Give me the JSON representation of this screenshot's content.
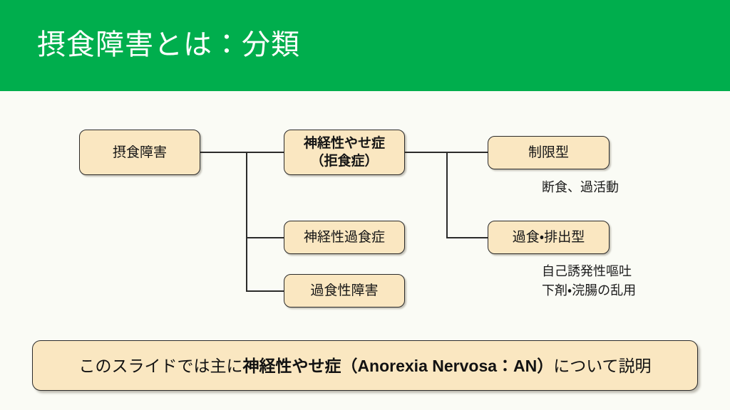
{
  "slide": {
    "title": "摂食障害とは：分類",
    "header_color": "#00ae4d",
    "background_color": "#fafbf5",
    "node_fill_color": "#fae7c1",
    "node_border_color": "#2b2b2b"
  },
  "diagram": {
    "type": "tree",
    "nodes": {
      "root": {
        "label": "摂食障害",
        "bold": false
      },
      "anorexia": {
        "line1": "神経性やせ症",
        "line2": "（拒食症）",
        "bold": true
      },
      "bulimia": {
        "label": "神経性過食症",
        "bold": false
      },
      "binge": {
        "label": "過食性障害",
        "bold": false
      },
      "restricting": {
        "label": "制限型",
        "bold": false
      },
      "purging": {
        "label": "過食・排出型",
        "bold": false
      }
    },
    "captions": {
      "restricting": "断食、過活動",
      "purging_line1": "自己誘発性嘔吐",
      "purging_line2": "下剤・浣腸の乱用"
    }
  },
  "banner": {
    "prefix": "このスライドでは主に",
    "emphasis": "神経性やせ症（Anorexia Nervosa：AN）",
    "suffix": "について説明"
  }
}
